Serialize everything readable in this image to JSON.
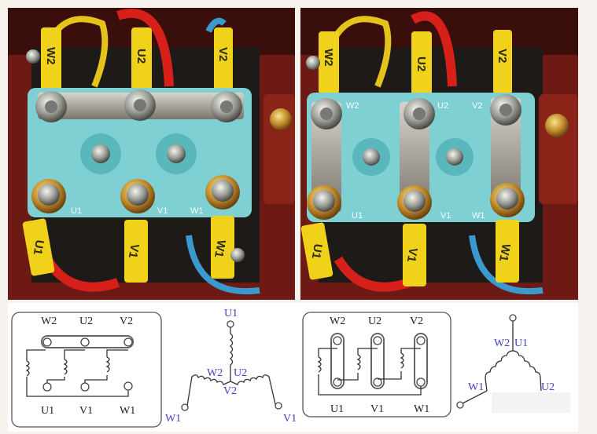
{
  "photos": {
    "star": {
      "sleeve_labels_top": [
        "W2",
        "U2",
        "V2"
      ],
      "sleeve_labels_bottom": [
        "U1",
        "V1",
        "W1"
      ],
      "block_labels": [
        "U1",
        "V1",
        "W1"
      ]
    },
    "delta": {
      "sleeve_labels_top": [
        "W2",
        "U2",
        "V2"
      ],
      "sleeve_labels_bottom": [
        "U1",
        "V1",
        "W1"
      ],
      "block_labels_top": [
        "W2",
        "U2",
        "V2"
      ],
      "block_labels_bottom": [
        "U1",
        "V1",
        "W1"
      ]
    }
  },
  "diagrams": {
    "star_box": {
      "top": [
        "W2",
        "U2",
        "V2"
      ],
      "bottom": [
        "U1",
        "V1",
        "W1"
      ]
    },
    "star_schematic": {
      "top": "U1",
      "center_left": "W2",
      "center_right": "U2",
      "center_below": "V2",
      "left": "W1",
      "right": "V1"
    },
    "delta_box": {
      "top": [
        "W2",
        "U2",
        "V2"
      ],
      "bottom": [
        "U1",
        "V1",
        "W1"
      ]
    },
    "delta_schematic": {
      "top_left": "W2",
      "top_right": "U1",
      "left": "W1",
      "right": "U2"
    }
  },
  "colors": {
    "box": "#7a1c16",
    "block": "#7fd0d2",
    "sleeve": "#f1d21a",
    "label_blue": "#4040c0"
  }
}
